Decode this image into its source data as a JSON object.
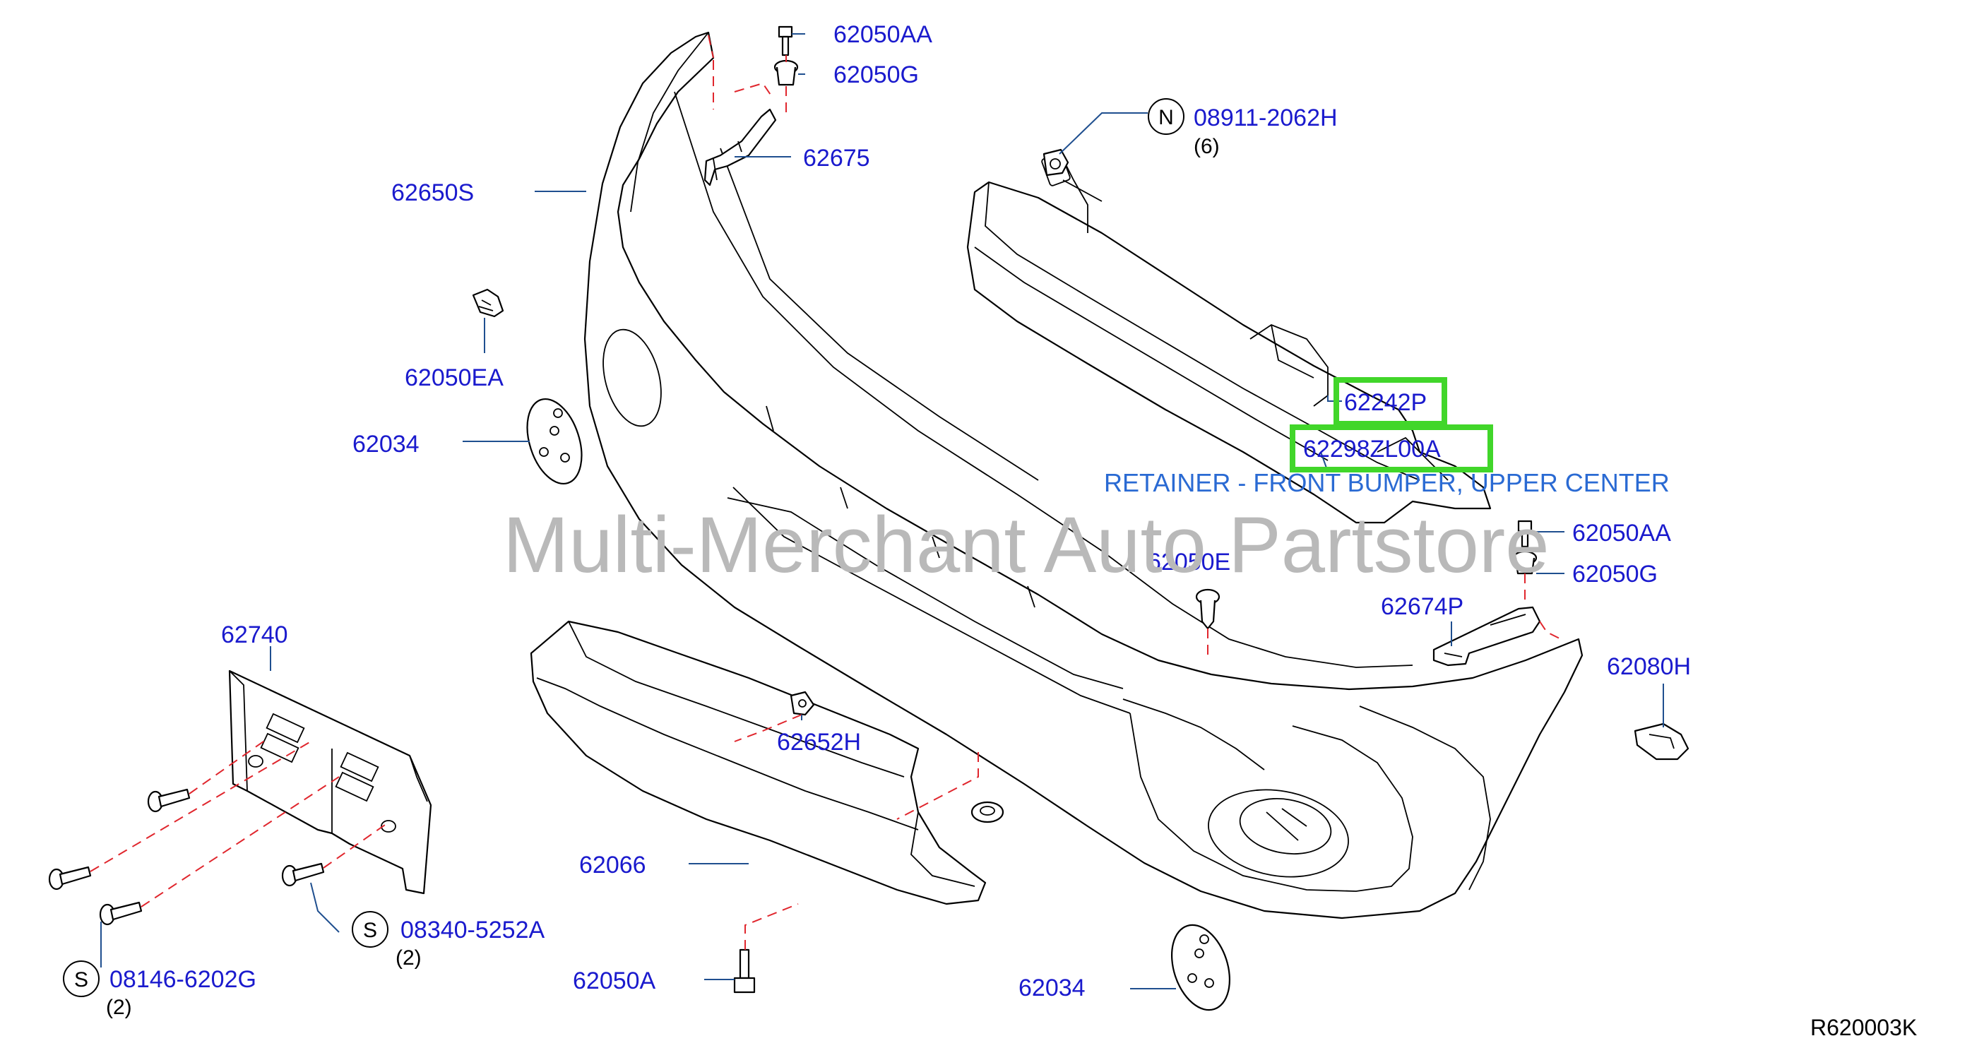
{
  "watermark": "Multi-Merchant Auto Partstore",
  "highlight_description": "RETAINER - FRONT BUMPER, UPPER CENTER",
  "diagram_ref": "R620003K",
  "colors": {
    "callout_text": "#1a1acd",
    "highlight_box": "#41d62a",
    "assembly_dash": "#e0262d",
    "description_text": "#2a6ad3",
    "watermark": "#b9b9b9"
  },
  "parts": [
    {
      "id": "p-62050aa-top",
      "number": "62050AA",
      "highlighted": false
    },
    {
      "id": "p-62050g-top",
      "number": "62050G",
      "highlighted": false
    },
    {
      "id": "p-62675",
      "number": "62675",
      "highlighted": false
    },
    {
      "id": "p-62650s",
      "number": "62650S",
      "highlighted": false
    },
    {
      "id": "p-62050ea",
      "number": "62050EA",
      "highlighted": false
    },
    {
      "id": "p-62034-left",
      "number": "62034",
      "highlighted": false
    },
    {
      "id": "p-08911",
      "number": "08911-2062H",
      "prefix": "N",
      "qty": "(6)",
      "highlighted": false
    },
    {
      "id": "p-62242p",
      "number": "62242P",
      "highlighted": true
    },
    {
      "id": "p-62298zl00a",
      "number": "62298ZL00A",
      "highlighted": true
    },
    {
      "id": "p-62050aa-right",
      "number": "62050AA",
      "highlighted": false
    },
    {
      "id": "p-62050g-right",
      "number": "62050G",
      "highlighted": false
    },
    {
      "id": "p-62050e",
      "number": "62050E",
      "highlighted": false
    },
    {
      "id": "p-62674p",
      "number": "62674P",
      "highlighted": false
    },
    {
      "id": "p-62080h",
      "number": "62080H",
      "highlighted": false
    },
    {
      "id": "p-62740",
      "number": "62740",
      "highlighted": false
    },
    {
      "id": "p-62652h",
      "number": "62652H",
      "highlighted": false
    },
    {
      "id": "p-62066",
      "number": "62066",
      "highlighted": false
    },
    {
      "id": "p-08340",
      "number": "08340-5252A",
      "prefix": "S",
      "qty": "(2)",
      "highlighted": false
    },
    {
      "id": "p-08146",
      "number": "08146-6202G",
      "prefix": "S",
      "qty": "(2)",
      "highlighted": false
    },
    {
      "id": "p-62050a",
      "number": "62050A",
      "highlighted": false
    },
    {
      "id": "p-62034-bottom",
      "number": "62034",
      "highlighted": false
    }
  ]
}
